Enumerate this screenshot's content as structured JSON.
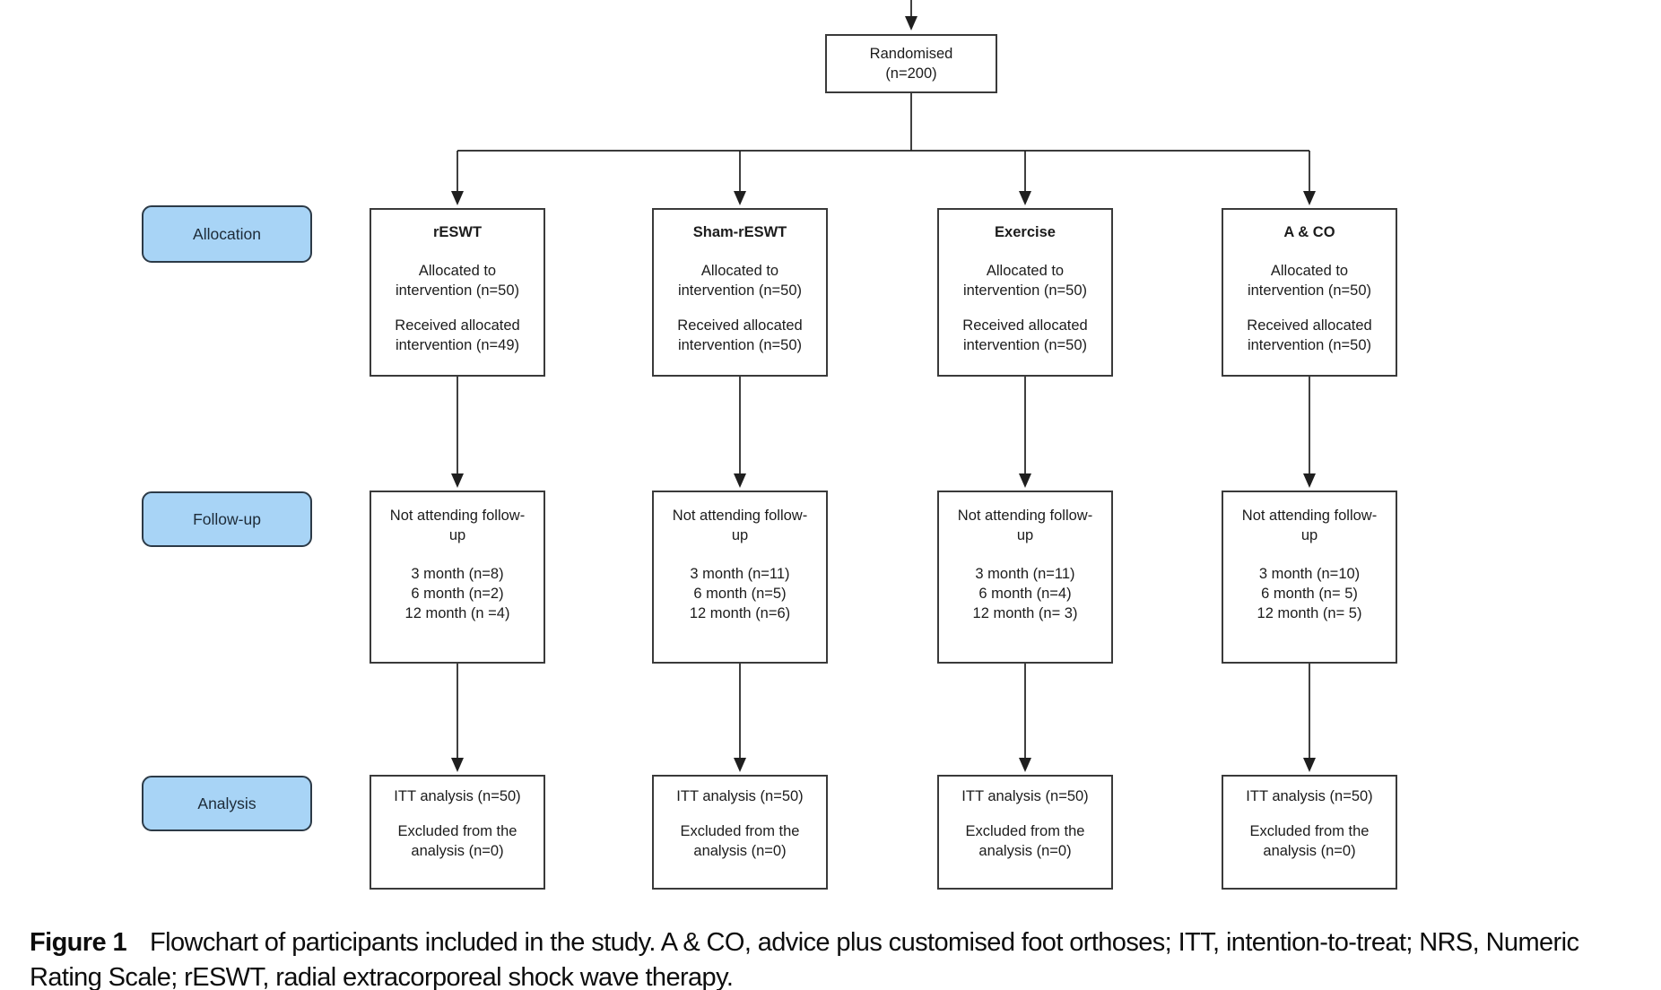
{
  "diagram": {
    "randomised": "Randomised\n(n=200)",
    "stages": [
      "Allocation",
      "Follow-up",
      "Analysis"
    ],
    "columns": [
      {
        "title": "rESWT",
        "allocated": "Allocated to\nintervention (n=50)",
        "received": "Received allocated\nintervention (n=49)",
        "followup_heading": "Not attending follow-\nup",
        "followup_months": [
          "3 month (n=8)",
          "6 month (n=2)",
          "12 month (n =4)"
        ],
        "itt": "ITT analysis (n=50)",
        "excluded": "Excluded from the\nanalysis (n=0)"
      },
      {
        "title": "Sham-rESWT",
        "allocated": "Allocated to\nintervention (n=50)",
        "received": "Received allocated\nintervention (n=50)",
        "followup_heading": "Not attending follow-\nup",
        "followup_months": [
          "3 month (n=11)",
          "6 month (n=5)",
          "12 month (n=6)"
        ],
        "itt": "ITT analysis (n=50)",
        "excluded": "Excluded from the\nanalysis (n=0)"
      },
      {
        "title": "Exercise",
        "allocated": "Allocated to\nintervention (n=50)",
        "received": "Received allocated\nintervention (n=50)",
        "followup_heading": "Not attending follow-\nup",
        "followup_months": [
          "3 month (n=11)",
          "6 month (n=4)",
          "12 month (n= 3)"
        ],
        "itt": "ITT analysis (n=50)",
        "excluded": "Excluded from the\nanalysis (n=0)"
      },
      {
        "title": "A & CO",
        "allocated": "Allocated to\nintervention (n=50)",
        "received": "Received allocated\nintervention (n=50)",
        "followup_heading": "Not attending follow-\nup",
        "followup_months": [
          "3 month (n=10)",
          "6 month (n= 5)",
          "12 month (n= 5)"
        ],
        "itt": "ITT analysis (n=50)",
        "excluded": "Excluded from the\nanalysis (n=0)"
      }
    ]
  },
  "caption": {
    "label": "Figure 1",
    "text": "Flowchart of participants included in the study. A & CO, advice plus customised foot orthoses; ITT, intention-to-treat; NRS, Numeric Rating Scale; rESWT, radial extracorporeal shock wave therapy."
  },
  "colors": {
    "stage_fill": "#a8d4f6",
    "stage_border": "#2c3a47",
    "box_border": "#3a3a3a",
    "connector": "#1f1f1f"
  }
}
